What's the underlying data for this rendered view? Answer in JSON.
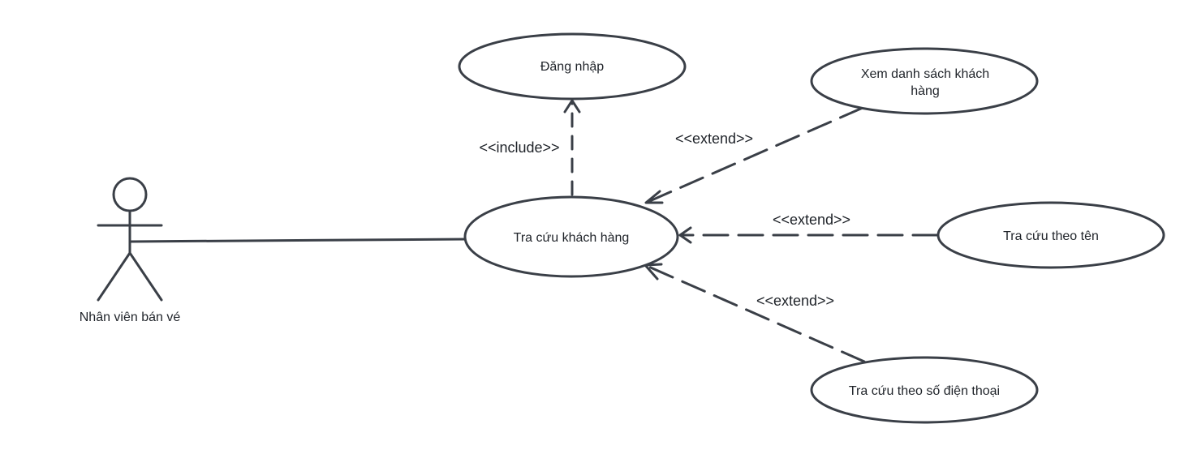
{
  "colors": {
    "stroke": "#3a3f47",
    "text": "#1f2329",
    "background": "#ffffff"
  },
  "actor": {
    "label": "Nhân viên bán vé"
  },
  "use_cases": {
    "login": "Đăng nhập",
    "lookup": "Tra cứu khách hàng",
    "list_line1": "Xem danh sách khách",
    "list_line2": "hàng",
    "by_name": "Tra cứu theo tên",
    "by_phone": "Tra cứu theo số điện thoại"
  },
  "relations": {
    "include": "<<include>>",
    "extend_list": "<<extend>>",
    "extend_name": "<<extend>>",
    "extend_phone": "<<extend>>"
  }
}
